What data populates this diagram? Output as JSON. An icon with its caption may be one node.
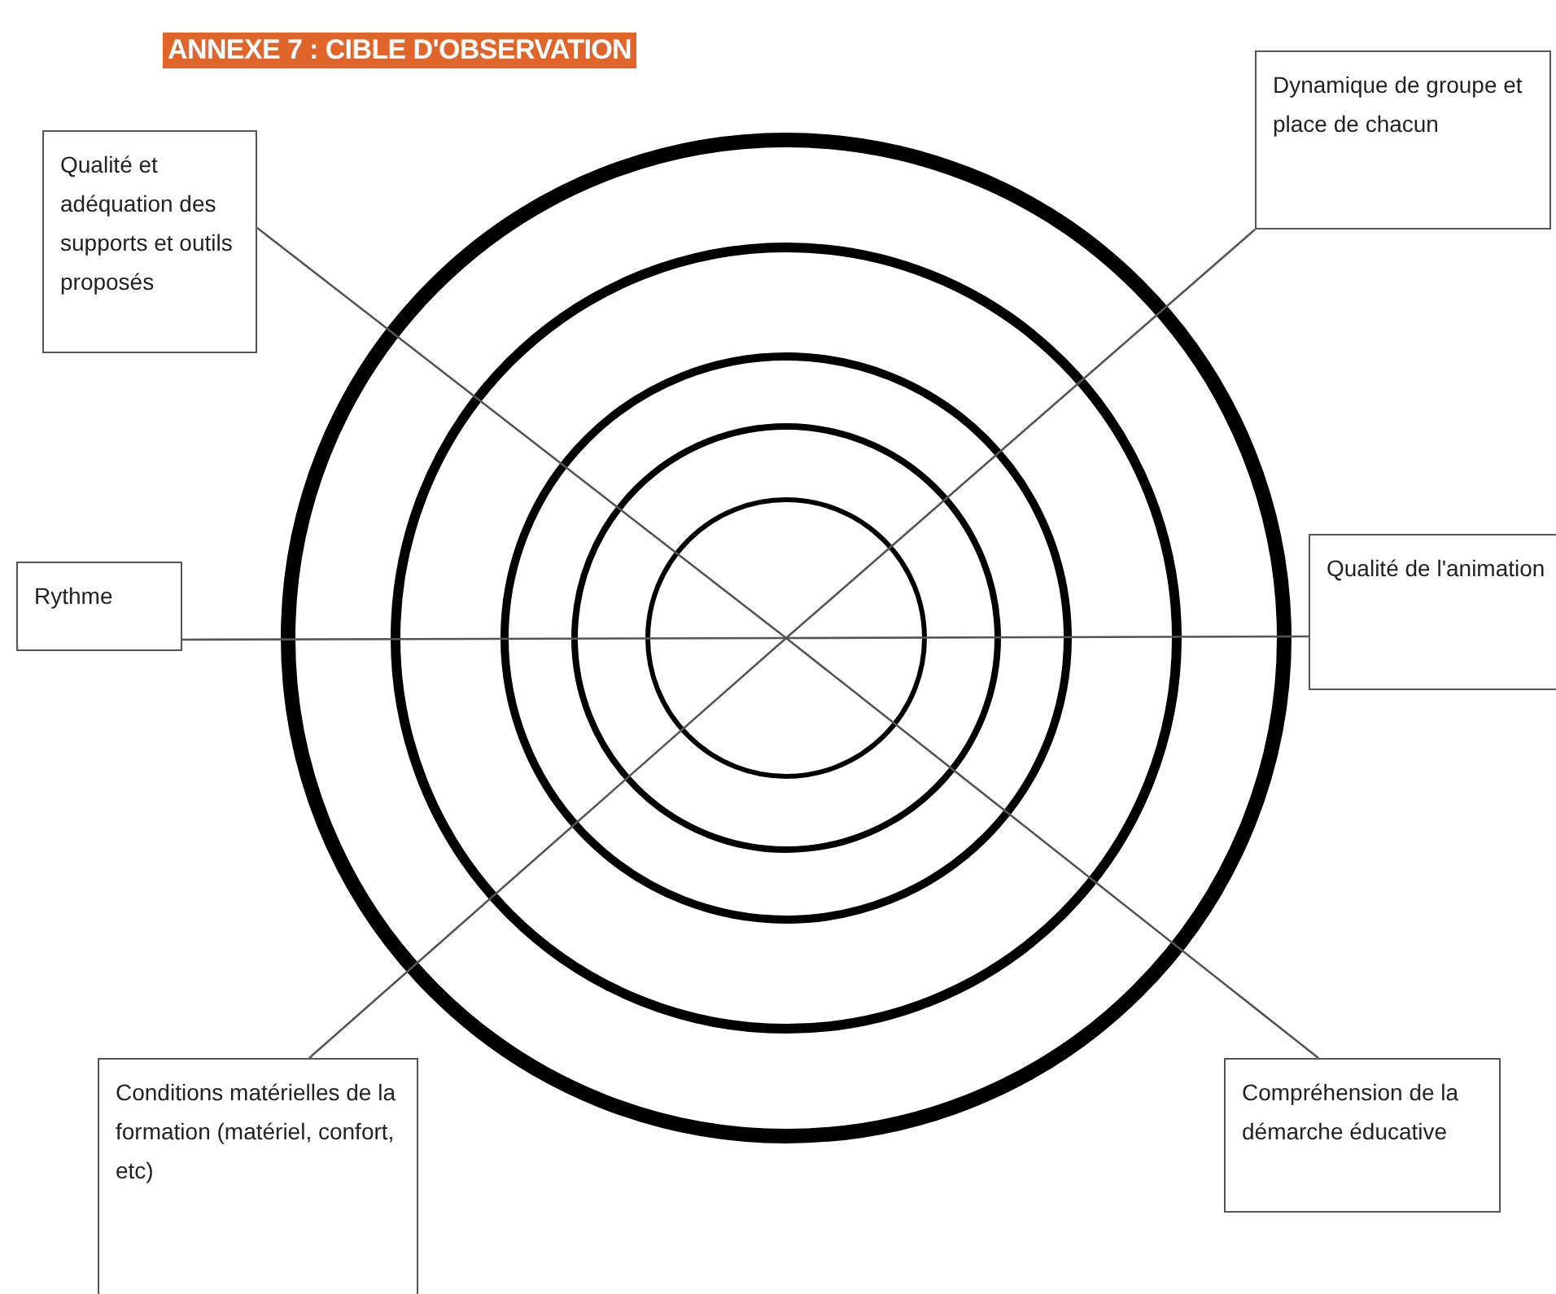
{
  "diagram": {
    "title": "ANNEXE 7 : CIBLE D'OBSERVATION",
    "nodes": [
      {
        "text": [
          "Qualité et adéquation des supports et outils proposés"
        ]
      },
      {
        "text": [
          "Dynamique de groupe et place de chacun"
        ]
      },
      {
        "text": [
          "Rythme"
        ]
      },
      {
        "text": [
          "Qualité de l'animation"
        ]
      },
      {
        "text": [
          "Conditions matérielles de la formation (matériel, confort, etc)"
        ]
      },
      {
        "text": [
          "Compréhension de la démarche éducative"
        ]
      }
    ],
    "edges": [
      {
        "from": 0,
        "to": 5,
        "arrow": "none"
      },
      {
        "from": 1,
        "to": 4,
        "arrow": "none"
      },
      {
        "from": 2,
        "to": 3,
        "arrow": "none"
      }
    ]
  }
}
